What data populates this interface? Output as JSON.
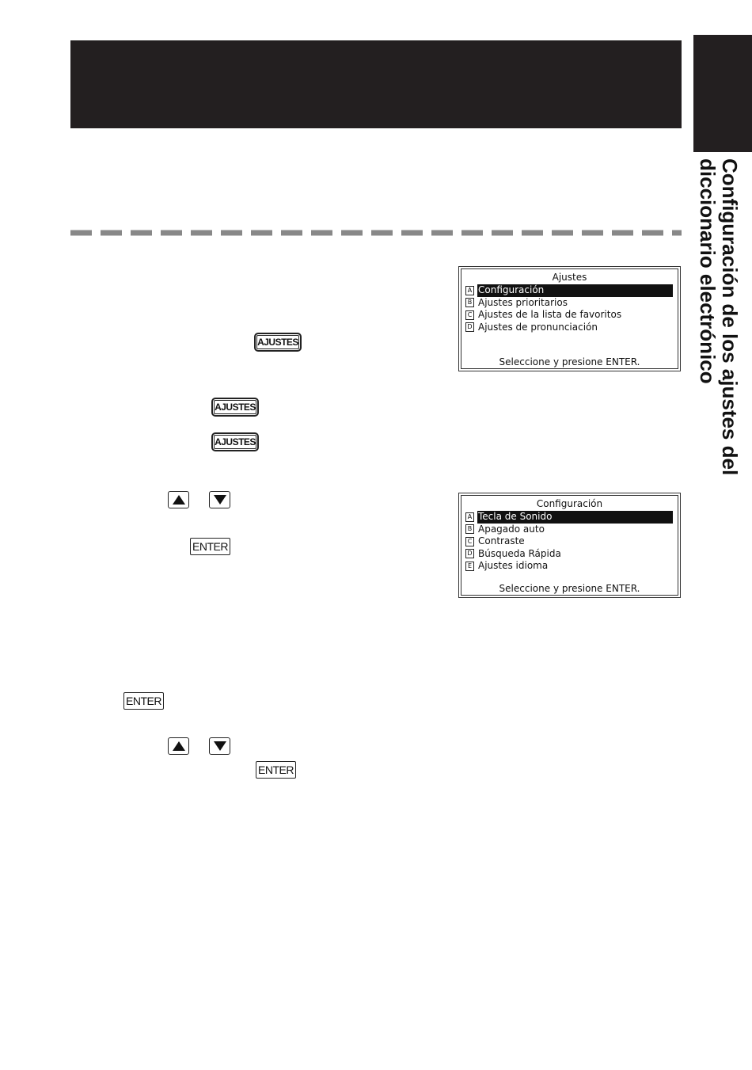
{
  "side_title": "Configuración de los ajustes del diccionario electrónico",
  "keys": {
    "ajustes": "AJUSTES",
    "enter": "ENTER"
  },
  "icons": {
    "up": "arrow-up-icon",
    "down": "arrow-down-icon"
  },
  "screen_ajustes": {
    "title": "Ajustes",
    "items": [
      {
        "letter": "A",
        "label": "Configuración"
      },
      {
        "letter": "B",
        "label": "Ajustes prioritarios"
      },
      {
        "letter": "C",
        "label": "Ajustes de la lista de favoritos"
      },
      {
        "letter": "D",
        "label": "Ajustes de pronunciación"
      }
    ],
    "selected_index": 0,
    "footer": "Seleccione y presione ENTER."
  },
  "screen_config": {
    "title": "Configuración",
    "items": [
      {
        "letter": "A",
        "label": "Tecla de Sonido"
      },
      {
        "letter": "B",
        "label": "Apagado auto"
      },
      {
        "letter": "C",
        "label": "Contraste"
      },
      {
        "letter": "D",
        "label": "Búsqueda Rápida"
      },
      {
        "letter": "E",
        "label": "Ajustes idioma"
      }
    ],
    "selected_index": 0,
    "footer": "Seleccione y presione ENTER."
  },
  "colors": {
    "dark": "#231f20",
    "dash": "#888888"
  }
}
